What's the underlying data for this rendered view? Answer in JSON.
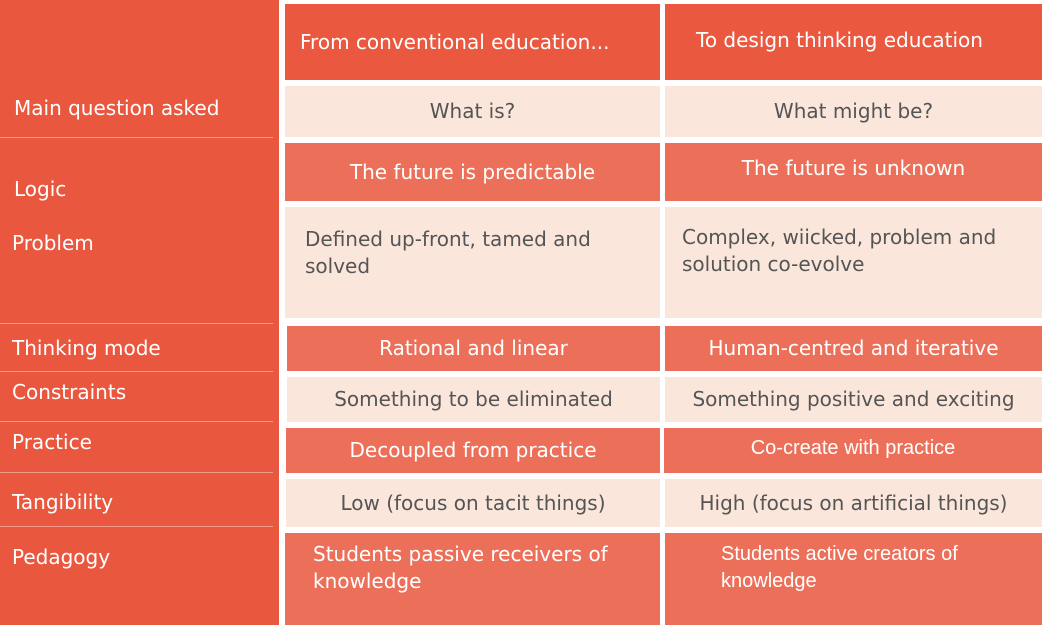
{
  "table": {
    "headers": [
      "",
      "From conventional education...",
      "To design thinking education"
    ],
    "rows": [
      {
        "label": "Main question asked",
        "conventional": "What is?",
        "design": "What might be?"
      },
      {
        "label": "Logic",
        "conventional": "The future is predictable",
        "design": "The future is unknown"
      },
      {
        "label": "Problem",
        "conventional": "Defined up-front, tamed and solved",
        "design": "Complex, wiicked, problem and solution co-evolve"
      },
      {
        "label": "Thinking mode",
        "conventional": "Rational and linear",
        "design": "Human-centred and iterative"
      },
      {
        "label": "Constraints",
        "conventional": "Something to be eliminated",
        "design": "Something positive and exciting"
      },
      {
        "label": "Practice",
        "conventional": "Decoupled from practice",
        "design": "Co-create with practice"
      },
      {
        "label": "Tangibility",
        "conventional": "Low (focus on tacit things)",
        "design": "High (focus on artificial things)"
      },
      {
        "label": "Pedagogy",
        "conventional": "Students passive receivers of knowledge",
        "design": "Students active creators of knowledge"
      }
    ]
  },
  "colors": {
    "sidebar": "#e9573f",
    "dark_cell": "#ec7059",
    "light_cell": "#fbe6db",
    "light_text": "#555555"
  }
}
